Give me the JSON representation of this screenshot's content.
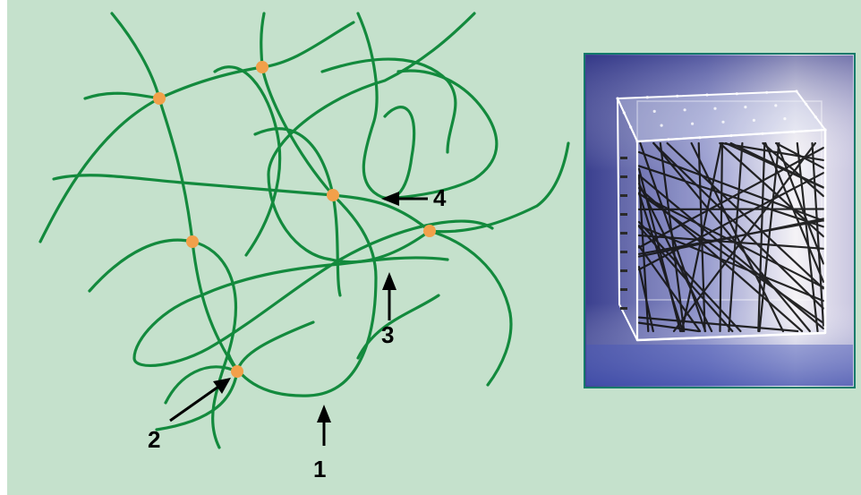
{
  "colors": {
    "background": "#c5e1cc",
    "chain": "#138a3d",
    "crosslink": "#f2a04a",
    "annotation": "#000000",
    "photo_border": "#127a6a"
  },
  "labels": {
    "l1": "1",
    "l2": "2",
    "l3": "3",
    "l4": "4"
  },
  "photo": {
    "icon": "cube-model-photo-icon"
  }
}
